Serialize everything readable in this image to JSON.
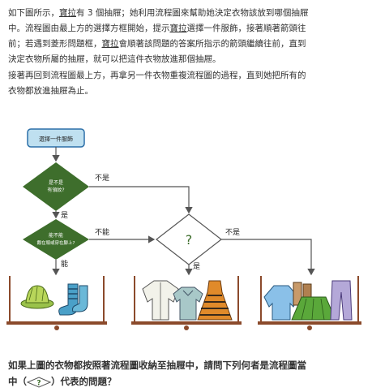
{
  "intro": {
    "line1": {
      "prefix": "如下圖所示，",
      "name": "寶拉",
      "rest": "有 3 個抽屜；她利用流程圖來幫助她決定衣物該放到哪個抽屜"
    },
    "line2": {
      "prefix": "中。流程圖由最上方的選擇方框開始，提示",
      "name": "寶拉",
      "rest": "選擇一件服飾，接著順著箭頭往"
    },
    "line3": {
      "prefix": "前；若遇到菱形問題框，",
      "name": "寶拉",
      "rest": "會順著該問題的答案所指示的箭頭繼續往前，直到"
    },
    "line4": "決定衣物所屬的抽屜，就可以把這件衣物放進那個抽屜。",
    "line5": "接著再回到流程圖最上方，再拿另一件衣物重複流程圖的過程，直到她把所有的",
    "line6": "衣物都放進抽屜為止。"
  },
  "flowchart": {
    "start_box": "選擇一件服飾",
    "q1": {
      "line1": "是不是",
      "line2": "有領紋?"
    },
    "q2": {
      "line1": "能不能",
      "line2": "戴在頭或穿在腳上?"
    },
    "q3": "?",
    "labels": {
      "q1_no": "不是",
      "q1_yes": "是",
      "q2_no": "不能",
      "q2_yes": "能",
      "q3_no": "不是",
      "q3_yes": "是"
    }
  },
  "drawers": [
    {
      "items": [
        "hat",
        "socks"
      ]
    },
    {
      "items": [
        "jacket",
        "shirt",
        "dress"
      ]
    },
    {
      "items": [
        "sweater",
        "boots",
        "skirt",
        "pants"
      ]
    }
  ],
  "question": {
    "part1": "如果上圖的衣物都按照著流程圖收納至抽屜中，請問下列何者是流程圖當",
    "part2_pre": "中（",
    "part2_post": "）代表的問題？"
  },
  "colors": {
    "start_fill": "#bfe0f0",
    "start_stroke": "#2b6fa8",
    "diamond_fill": "#3e6e2c",
    "line": "#666666",
    "drawer": "#8b4a2b"
  }
}
